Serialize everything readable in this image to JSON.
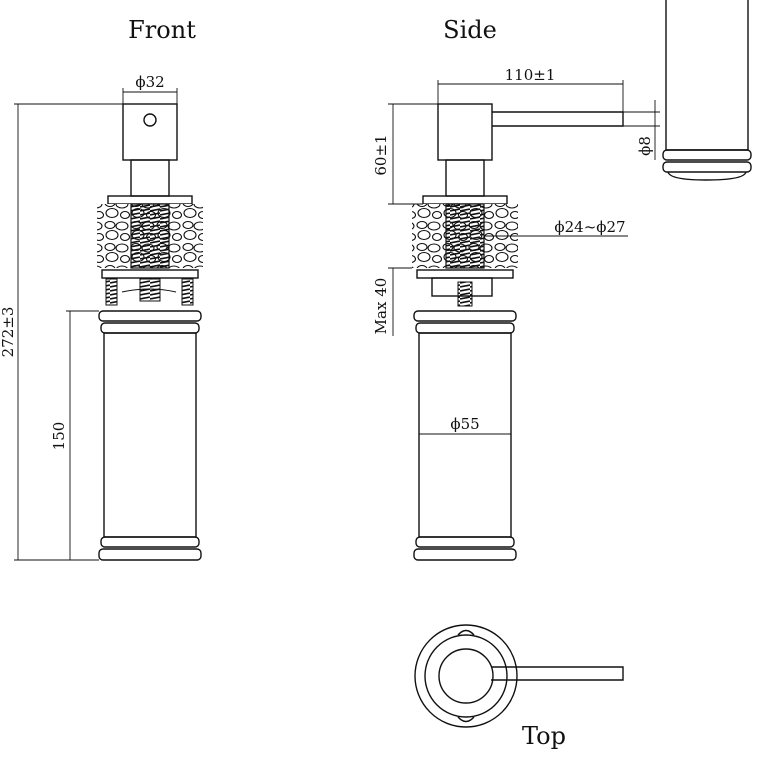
{
  "views": {
    "front": "Front",
    "side": "Side",
    "top": "Top"
  },
  "dimensions": {
    "head_diameter": "ϕ32",
    "total_height": "272±3",
    "bottle_height": "150",
    "spout_length": "110±1",
    "head_height": "60±1",
    "spout_diameter": "ϕ8",
    "hole_diameter": "ϕ24~ϕ27",
    "max_thickness": "Max 40",
    "bottle_diameter": "ϕ55"
  }
}
